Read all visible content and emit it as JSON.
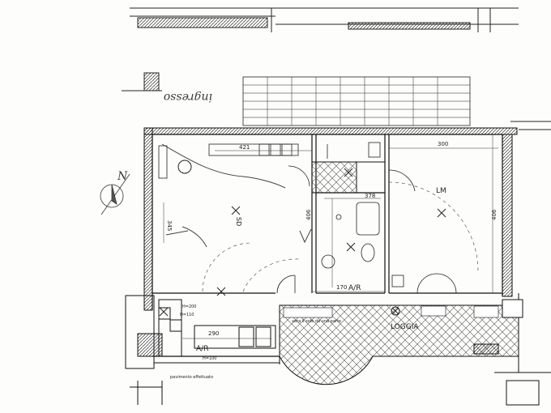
{
  "labels": {
    "ingresso": "ingresso",
    "room_lm": "LM",
    "loggia": "LOGGIA",
    "ar_bath": "A/R",
    "ar_corner": "A/R",
    "sd": "SD"
  },
  "dimensions": {
    "d421": "421",
    "d300": "300",
    "d406": "406",
    "d170": "170",
    "d290": "290",
    "d378": "378",
    "d406b": "406",
    "d345": "345"
  },
  "notes": {
    "h110": "H=110",
    "h200": "H=200",
    "h100": "H=100",
    "loggia_note": "vera il sole da una parte",
    "pavimento": "pavimento effettuato"
  },
  "icons": {
    "north_arrow": "north-arrow-icon",
    "cross_marks": "cross-mark-icon"
  }
}
